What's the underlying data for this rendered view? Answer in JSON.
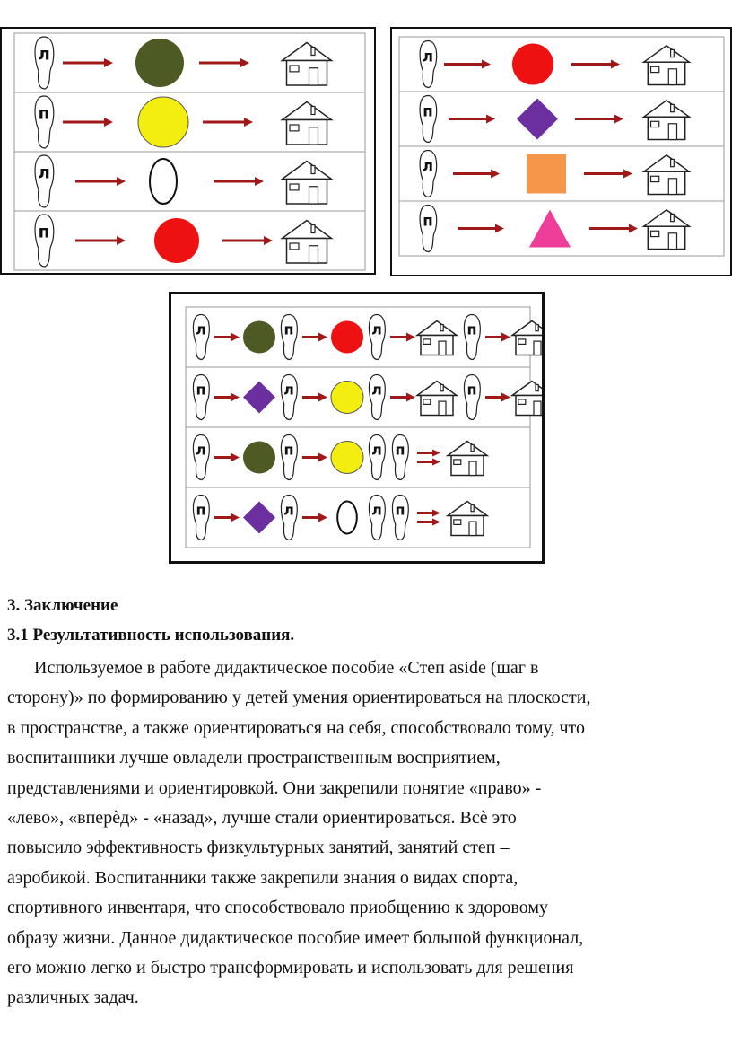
{
  "figure": {
    "foot_left_label": "л",
    "foot_right_label": "п",
    "colors": {
      "arrow": "#a01818",
      "olive": "#4e5a24",
      "yellow": "#f4ee10",
      "red": "#ee1111",
      "purple": "#6b2fa0",
      "orange": "#f5964a",
      "pink": "#ee3e9a",
      "line": "#222222"
    },
    "card1_rows": [
      {
        "foot": "л",
        "shape": "olive-circle"
      },
      {
        "foot": "п",
        "shape": "yellow-circle"
      },
      {
        "foot": "л",
        "shape": "white-oval"
      },
      {
        "foot": "п",
        "shape": "red-circle"
      }
    ],
    "card2_rows": [
      {
        "foot": "л",
        "shape": "red-circle"
      },
      {
        "foot": "п",
        "shape": "purple-diamond"
      },
      {
        "foot": "л",
        "shape": "orange-square"
      },
      {
        "foot": "п",
        "shape": "pink-triangle"
      }
    ],
    "card3_rows": [
      [
        "foot-л",
        "arrow",
        "olive-circle",
        "foot-п",
        "arrow",
        "red-circle",
        "foot-л",
        "arrow",
        "house",
        "foot-п",
        "arrow",
        "house"
      ],
      [
        "foot-п",
        "arrow",
        "purple-diamond",
        "foot-л",
        "arrow",
        "yellow-circle",
        "foot-л",
        "arrow",
        "house",
        "foot-п",
        "arrow",
        "house"
      ],
      [
        "foot-л",
        "arrow",
        "olive-circle",
        "foot-п",
        "arrow",
        "yellow-circle",
        "foot-л",
        "foot-п",
        "double-arrow",
        "house"
      ],
      [
        "foot-п",
        "arrow",
        "purple-diamond",
        "foot-л",
        "arrow",
        "white-oval",
        "foot-л",
        "foot-п",
        "double-arrow",
        "house"
      ]
    ]
  },
  "section": {
    "heading": "3. Заключение",
    "subheading": "3.1 Результативность использования.",
    "lines": [
      "Используемое в работе дидактическое пособие «Степ aside (шаг в",
      "сторону)» по формированию у детей умения ориентироваться на плоскости,",
      "в пространстве, а также ориентироваться на себя, способствовало тому, что",
      "воспитанники лучше овладели пространственным восприятием,",
      "представлениями и ориентировкой. Они закрепили понятие «право» -",
      "«лево», «вперѐд» - «назад», лучше стали ориентироваться. Всѐ это",
      "повысило эффективность физкультурных занятий, занятий степ –",
      "аэробикой. Воспитанники также закрепили знания о видах спорта,",
      "спортивного инвентаря, что способствовало приобщению к здоровому",
      "образу жизни. Данное дидактическое пособие имеет большой функционал,",
      "его можно легко и быстро трансформировать и использовать для решения",
      "различных задач."
    ]
  }
}
